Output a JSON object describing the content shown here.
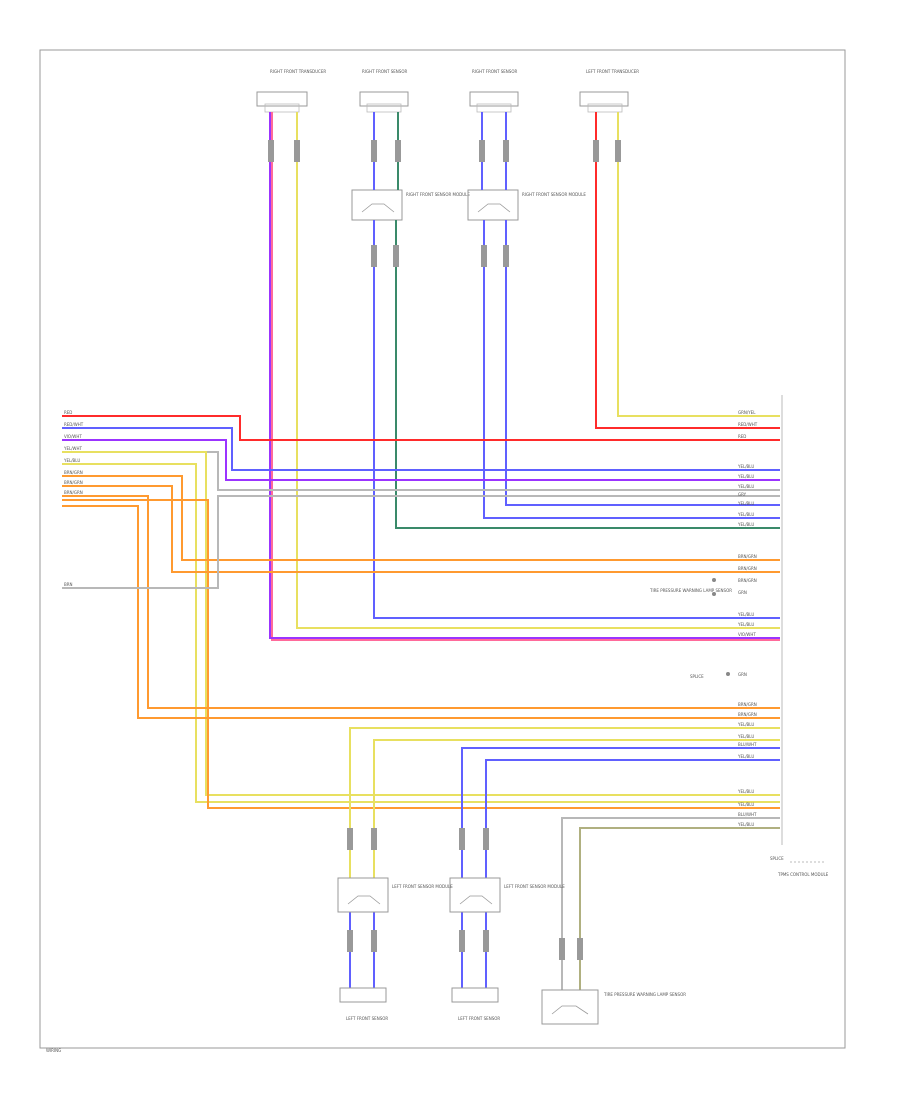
{
  "footer_label": "WIRING",
  "colors": {
    "red": "#ff2b2b",
    "violet": "#9b34ff",
    "blue": "#6060ff",
    "yellow": "#e8e060",
    "green": "#3a8a6a",
    "orange": "#ff9a30",
    "light_orange": "#ffc070",
    "pink": "#ff6a9a",
    "gray": "#b8b8b8",
    "outline": "#8a8a8a"
  },
  "components": {
    "top_right_transducer_label": "RIGHT FRONT TRANSDUCER",
    "top_right_sensor_label": "RIGHT FRONT SENSOR",
    "top_right_sensor2_label": "RIGHT FRONT SENSOR",
    "top_left_transducer_label": "LEFT FRONT TRANSDUCER",
    "sensor_module_1_label": "RIGHT FRONT SENSOR MODULE",
    "sensor_module_2_label": "RIGHT FRONT SENSOR MODULE",
    "bottom_module_1_label": "LEFT FRONT SENSOR MODULE",
    "bottom_module_2_label": "LEFT FRONT SENSOR MODULE",
    "bottom_sensor_1_label": "LEFT FRONT SENSOR",
    "bottom_sensor_2_label": "LEFT FRONT SENSOR",
    "tire_pressure_label": "TIRE PRESSURE WARNING LAMP SENSOR",
    "connector_block_label": "TPMS CONTROL MODULE",
    "splice_label": "SPLICE"
  },
  "left_wires": [
    "RED",
    "RED/WHT",
    "VIO/WHT",
    "YEL/WHT",
    "YEL/BLU",
    "BRN/GRN",
    "BRN/GRN",
    "BRN/GRN"
  ],
  "left_ground_label": "BRN",
  "right_wires": [
    "GRN/YEL",
    "RED/WHT",
    "RED",
    "YEL/BLU",
    "YEL/BLU",
    "YEL/BLU",
    "GRY",
    "YEL/BLU",
    "YEL/BLU",
    "YEL/BLU",
    "BRN/GRN",
    "BRN/GRN",
    "BRN/GRN",
    "GRN",
    "YEL/BLU",
    "YEL/BLU",
    "VIO/WHT",
    "GRN",
    "BRN/GRN",
    "BRN/GRN",
    "YEL/BLU",
    "YEL/BLU",
    "BLU/WHT",
    "YEL/BLU",
    "YEL/BLU",
    "YEL/BLU",
    "BLU/WHT",
    "YEL/BLU"
  ]
}
